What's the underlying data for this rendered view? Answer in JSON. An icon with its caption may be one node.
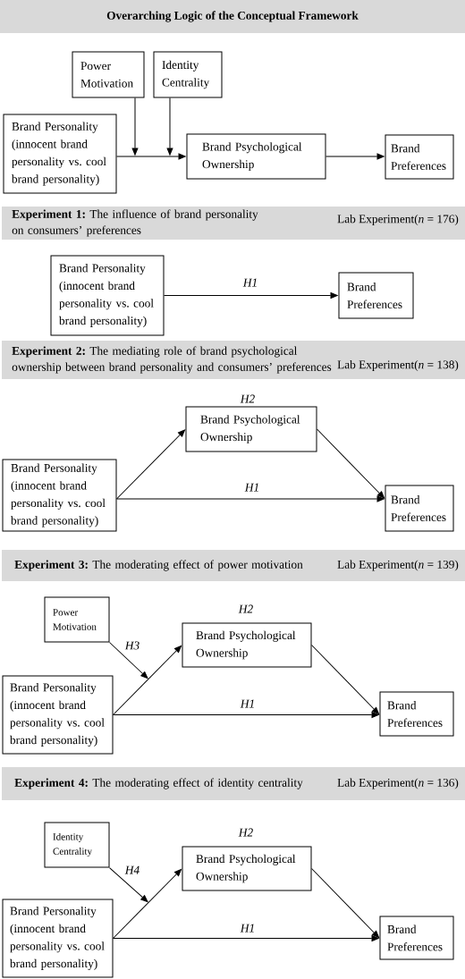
{
  "diagram": {
    "nodes": [
      {
        "text": [
          "Overarching Logic of the Conceptual Framework"
        ]
      },
      {
        "text": [
          "Power Motivation"
        ]
      },
      {
        "text": [
          "Identity Centrality"
        ]
      },
      {
        "text": [
          "Brand Personality (innocent brand personality vs. cool brand personality)"
        ]
      },
      {
        "text": [
          "Brand Psychological Ownership"
        ]
      },
      {
        "text": [
          "Brand Preferences"
        ]
      },
      {
        "text": [
          "**Experiment 1:** The influence of brand personality on consumers’ preferences",
          "Lab Experiment(*n* = 176)"
        ]
      },
      {
        "text": [
          "Brand Personality (innocent brand personality vs. cool brand personality)"
        ]
      },
      {
        "text": [
          "Brand Preferences"
        ]
      },
      {
        "text": [
          "**Experiment 2:** The mediating role of brand psychological ownership between brand personality and consumers’ preferences",
          "Lab Experiment(*n* = 138)"
        ]
      },
      {
        "text": [
          "Brand Psychological Ownership"
        ],
        "beside": [
          "H2"
        ]
      },
      {
        "text": [
          "Brand Personality (innocent brand personality vs. cool brand personality)"
        ]
      },
      {
        "text": [
          "Brand Preferences"
        ]
      },
      {
        "text": [
          "**Experiment 3:** The moderating effect of power motivation",
          "Lab Experiment(*n* = 139)"
        ]
      },
      {
        "text": [
          "Power Motivation"
        ]
      },
      {
        "text": [
          "Brand Psychological Ownership"
        ],
        "beside": [
          "H2"
        ]
      },
      {
        "text": [
          "Brand Personality (innocent brand personality vs. cool brand personality)"
        ]
      },
      {
        "text": [
          "Brand Preferences"
        ]
      },
      {
        "text": [
          "**Experiment 4:** The moderating effect of identity centrality",
          "Lab Experiment(*n* = 136)"
        ]
      },
      {
        "text": [
          "Identity Centrality"
        ]
      },
      {
        "text": [
          "Brand Psychological Ownership"
        ],
        "beside": [
          "H2"
        ]
      },
      {
        "text": [
          "Brand Personality (innocent brand personality vs. cool brand personality)"
        ]
      },
      {
        "text": [
          "Brand Preferences"
        ]
      }
    ],
    "edges": [
      {
        "from": 3,
        "to": 4,
        "arrow": "to"
      },
      {
        "from": 4,
        "to": 5,
        "arrow": "to"
      },
      {
        "from": 1,
        "to": null,
        "arrow": "to"
      },
      {
        "from": 2,
        "to": null,
        "arrow": "to"
      },
      {
        "from": 7,
        "to": 8,
        "arrow": "to",
        "label": "H1"
      },
      {
        "from": 11,
        "to": 10,
        "arrow": "to"
      },
      {
        "from": 10,
        "to": 12,
        "arrow": "to"
      },
      {
        "from": 11,
        "to": 12,
        "arrow": "to",
        "label": "H1"
      },
      {
        "from": 16,
        "to": 15,
        "arrow": "to"
      },
      {
        "from": 15,
        "to": 17,
        "arrow": "to"
      },
      {
        "from": 16,
        "to": 17,
        "arrow": "to",
        "label": "H1"
      },
      {
        "from": 14,
        "to": null,
        "arrow": "to",
        "label": "H3"
      },
      {
        "from": 21,
        "to": 20,
        "arrow": "to"
      },
      {
        "from": 20,
        "to": 22,
        "arrow": "to"
      },
      {
        "from": 21,
        "to": 22,
        "arrow": "to",
        "label": "H1"
      },
      {
        "from": 19,
        "to": null,
        "arrow": "to",
        "label": "H4"
      }
    ]
  }
}
